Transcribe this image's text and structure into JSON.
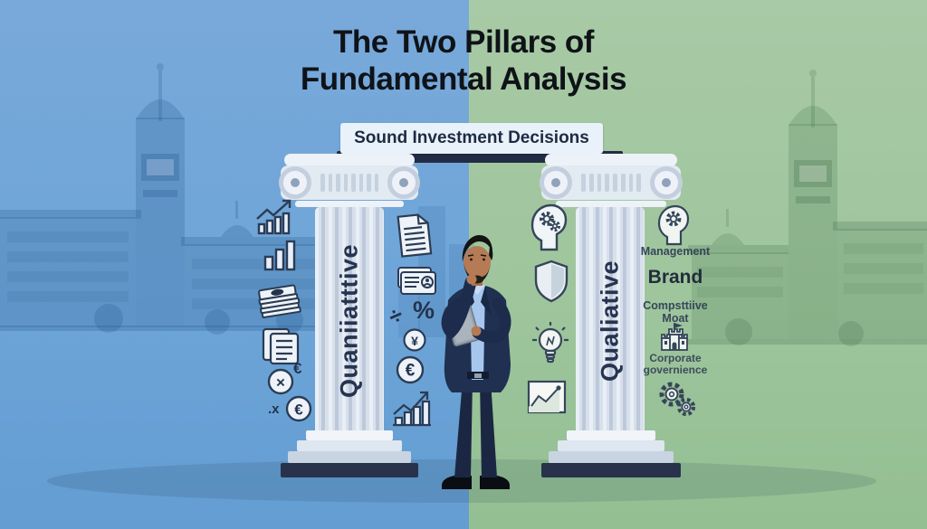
{
  "title": {
    "line1": "The Two Pillars of",
    "line2": "Fundamental Analysis"
  },
  "banner": {
    "label": "Sound Investment Decisions"
  },
  "pillars": {
    "left": {
      "label": "Quaniiatttive"
    },
    "right": {
      "label": "Qualiative"
    }
  },
  "right_column": {
    "management": "Management",
    "brand": "Brand",
    "moat_line1": "Compsttiive",
    "moat_line2": "Moat",
    "corporate_line1": "Corporate",
    "corporate_line2": "governience"
  },
  "symbols": {
    "euro": "€",
    "yen": "¥",
    "multiply": "×",
    "divide": "÷",
    "percent": "%",
    "dot_x": ".x"
  },
  "icons": {
    "left_outer": [
      "growth-chart-icon",
      "bar-chart-icon",
      "money-stack-icon",
      "documents-icon",
      "multiply-circle-icon",
      "euro-circle-icon"
    ],
    "left_inner": [
      "document-icon",
      "id-cards-icon",
      "divide-icon",
      "percent-symbol",
      "yen-circle-icon",
      "euro-circle-icon",
      "rising-bar-chart-icon"
    ],
    "right_inner": [
      "head-gears-icon",
      "shield-icon",
      "lightbulb-icon",
      "chart-frame-icon"
    ],
    "right_outer": [
      "head-gear-icon",
      "castle-icon",
      "gears-icon"
    ]
  },
  "colors": {
    "left_background": "#74a7d9",
    "right_background": "#a3c7a1",
    "pillar_light": "#eef2f8",
    "pillar_flute": "#c2cedd",
    "plinth": "#28324b",
    "banner_background": "#e9f1fa",
    "banner_bar": "#232c45",
    "title_text": "#0f1318",
    "pillar_label_text": "#263450",
    "suit": "#203050",
    "shirt": "#a6c6ee",
    "skin": "#b57b55"
  }
}
